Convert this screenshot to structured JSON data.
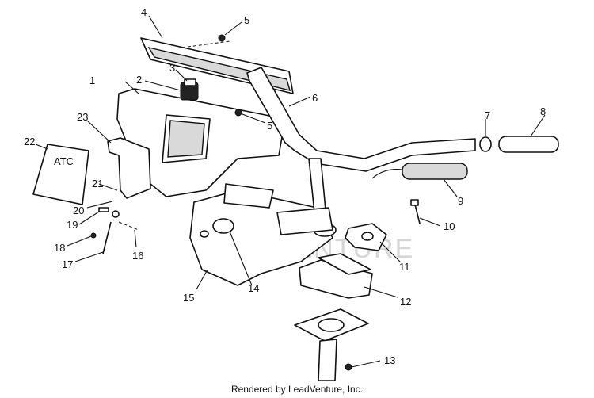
{
  "watermark": "LEADVENTURE",
  "footer": "Rendered by LeadVenture, Inc.",
  "callouts": [
    "1",
    "2",
    "3",
    "4",
    "5",
    "5",
    "6",
    "7",
    "8",
    "9",
    "10",
    "11",
    "12",
    "13",
    "14",
    "15",
    "16",
    "17",
    "18",
    "19",
    "20",
    "21",
    "22",
    "23"
  ],
  "decal_text": "ATC"
}
